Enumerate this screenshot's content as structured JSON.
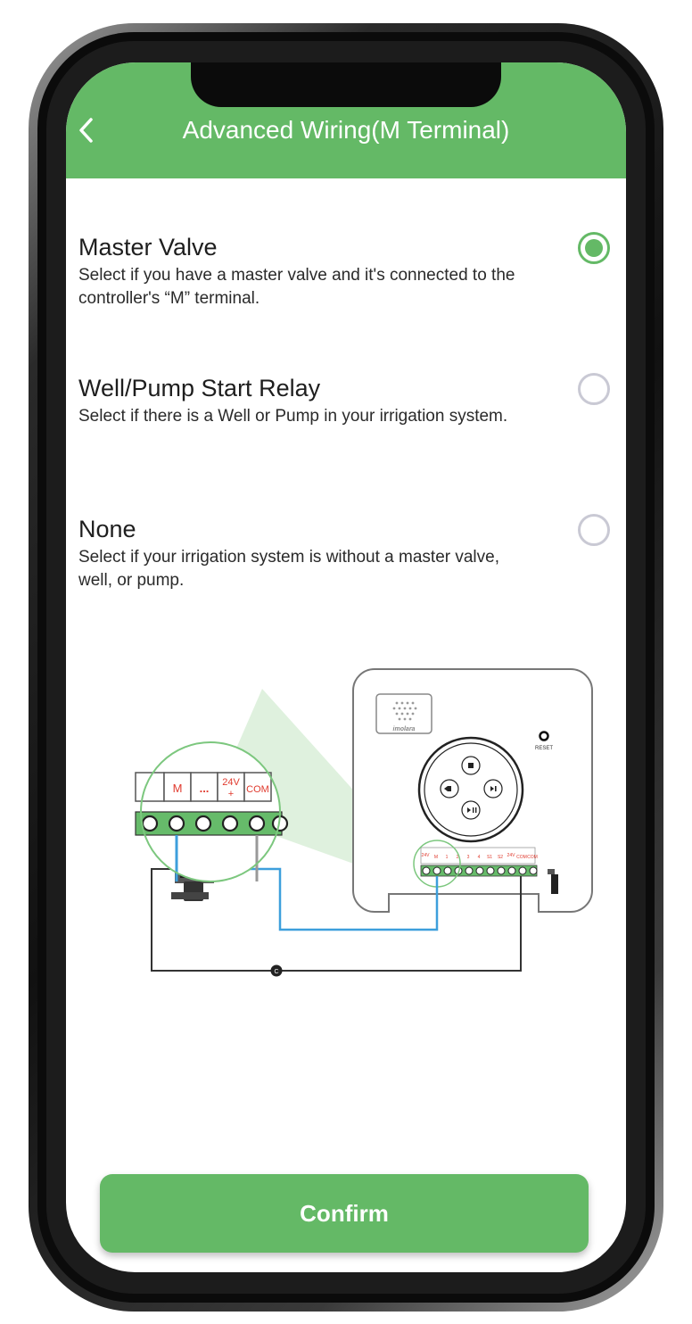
{
  "header": {
    "title": "Advanced Wiring(M Terminal)",
    "back_icon": "chevron-left-icon"
  },
  "options": [
    {
      "title": "Master Valve",
      "description": "Select if you have a master valve and it's connected to the controller's “M” terminal.",
      "selected": true
    },
    {
      "title": "Well/Pump Start Relay",
      "description": "Select if there is a Well or Pump in your irrigation system.",
      "selected": false
    },
    {
      "title": "None",
      "description": "Select if your irrigation system is without a master valve, well, or pump.",
      "selected": false
    }
  ],
  "diagram": {
    "zoom_terminals": [
      "M",
      "...",
      "24V",
      "+",
      "COM"
    ],
    "controller_terminals": [
      "24V",
      "M",
      "1",
      "2",
      "3",
      "4",
      "S1",
      "S2",
      "24V",
      "COM",
      "COM"
    ],
    "reset_label": "RESET",
    "brand_label": "imolara",
    "valve_marker": "M",
    "common_marker": "C"
  },
  "footer": {
    "confirm_label": "Confirm"
  },
  "colors": {
    "brand_green": "#64b966",
    "wire_blue": "#3d9fdc",
    "terminal_red": "#e03a2e"
  }
}
